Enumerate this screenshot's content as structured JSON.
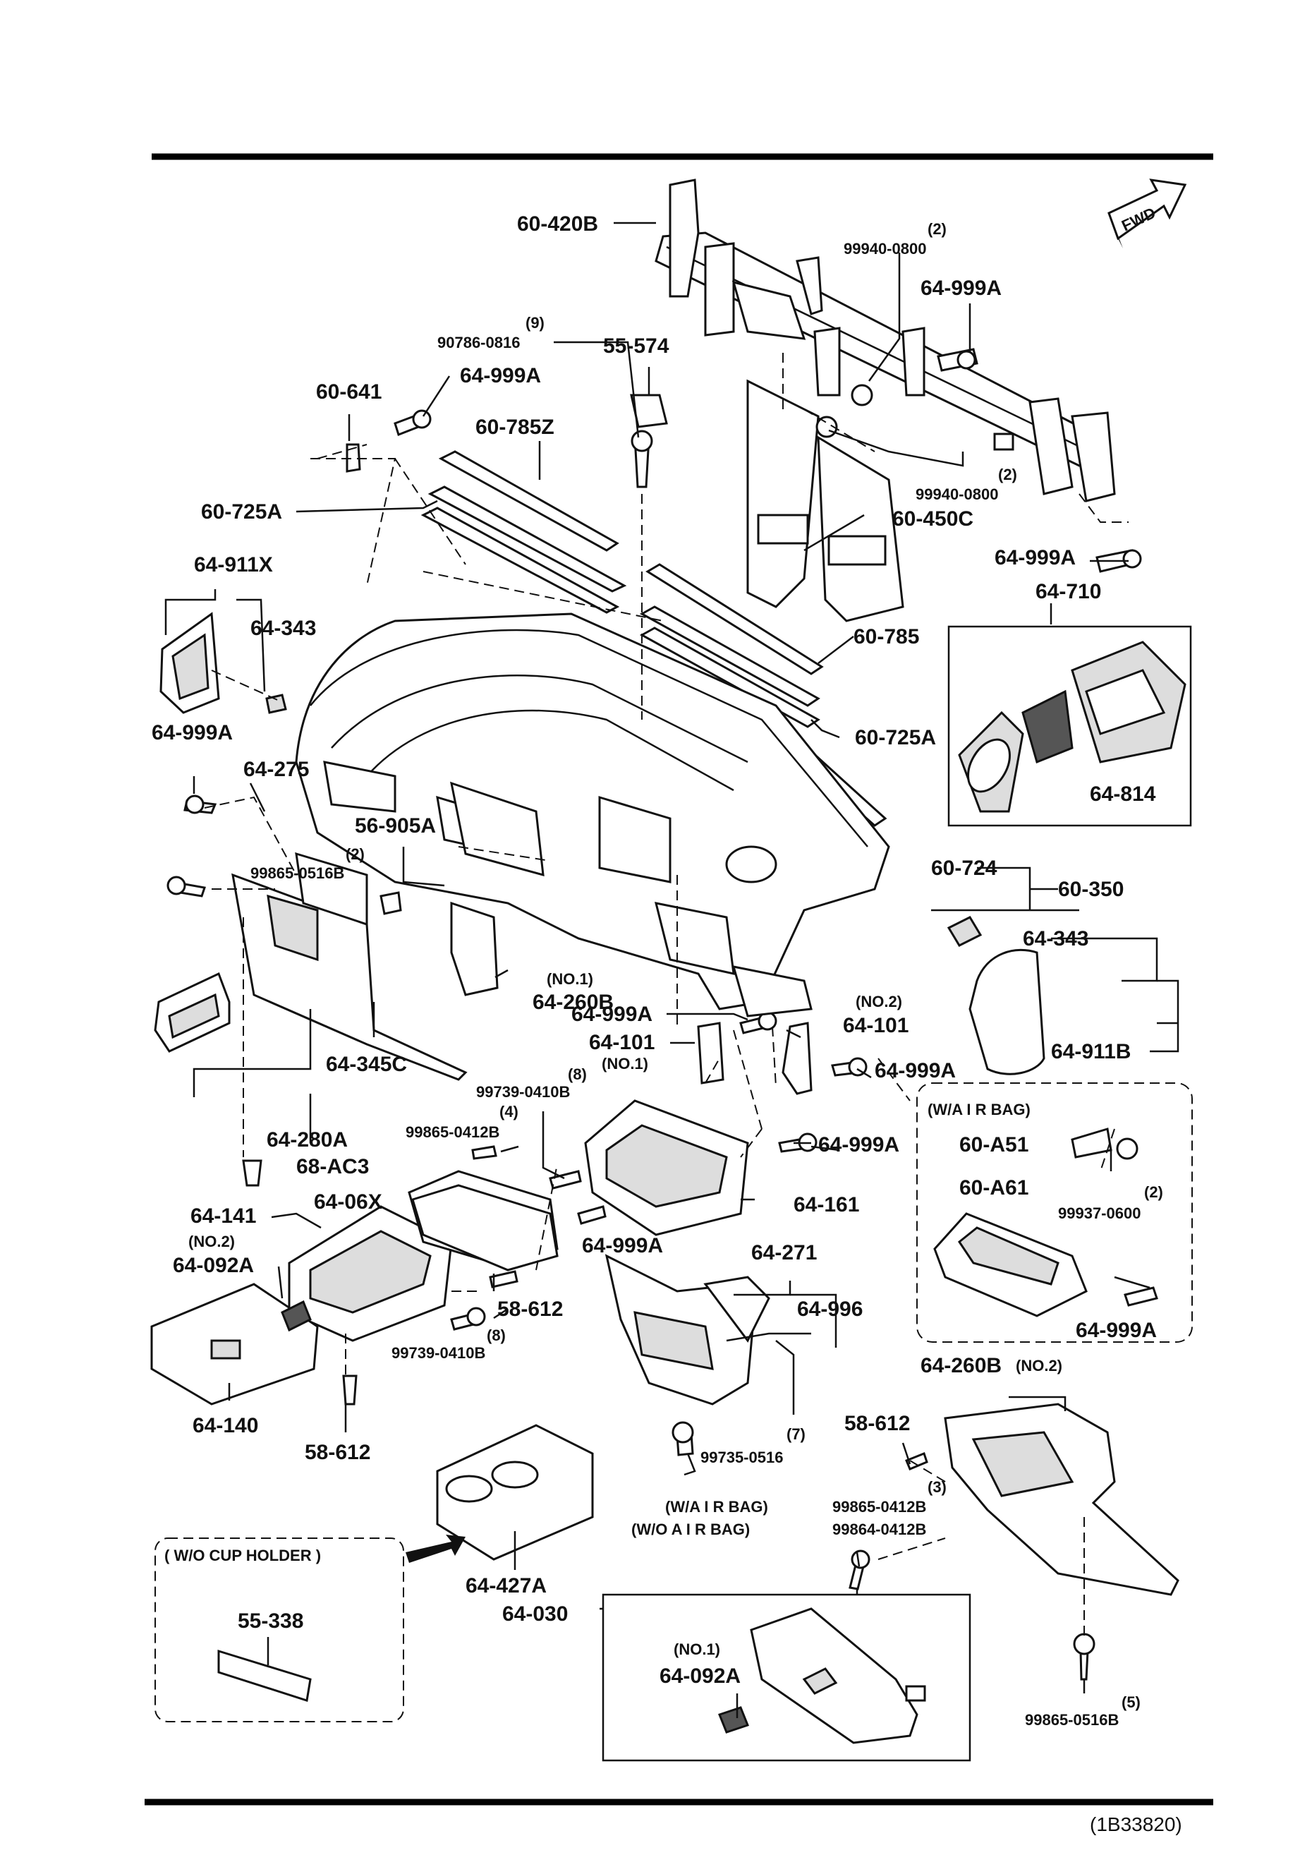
{
  "parts": {
    "p60_420B": "60-420B",
    "q99940_a": "(2)",
    "p99940_a": "99940-0800",
    "p64_999A_a": "64-999A",
    "q90786": "(9)",
    "p90786": "90786-0816",
    "p55_574": "55-574",
    "p60_641": "60-641",
    "p64_999A_b": "64-999A",
    "p60_785Z": "60-785Z",
    "q99940_b": "(2)",
    "p99940_b": "99940-0800",
    "p60_725A_a": "60-725A",
    "p60_450C": "60-450C",
    "p64_999A_c": "64-999A",
    "p64_911X": "64-911X",
    "p64_710": "64-710",
    "p64_343_a": "64-343",
    "p60_785": "60-785",
    "p64_999A_d": "64-999A",
    "p60_725A_b": "60-725A",
    "p64_275": "64-275",
    "p64_814": "64-814",
    "p56_905A": "56-905A",
    "q99865_a": "(2)",
    "p99865_a": "99865-0516B",
    "p60_724": "60-724",
    "p60_350": "60-350",
    "p64_343_b": "64-343",
    "q64_260B_a": "(NO.1)",
    "p64_260B_a": "64-260B",
    "p64_999A_e": "64-999A",
    "q64_101_a": "(NO.2)",
    "p64_101_a": "64-101",
    "p64_101_b": "64-101",
    "q64_101_b": "(NO.1)",
    "p64_911B": "64-911B",
    "p64_345C": "64-345C",
    "p64_999A_f": "64-999A",
    "q99739_a": "(8)",
    "p99739_a": "99739-0410B",
    "airbag_title": "(W/A I R  BAG)",
    "p60_A51": "60-A51",
    "q99865_b": "(4)",
    "p99865_b": "99865-0412B",
    "p64_280A": "64-280A",
    "p64_999A_g": "64-999A",
    "p60_A61": "60-A61",
    "p68_AC3": "68-AC3",
    "q99937": "(2)",
    "p99937": "99937-0600",
    "p64_06X": "64-06X",
    "p64_161": "64-161",
    "p64_141": "64-141",
    "q64_092A_a": "(NO.2)",
    "p64_092A_a": "64-092A",
    "p64_999A_h": "64-999A",
    "p64_271": "64-271",
    "p64_999A_i": "64-999A",
    "p64_996": "64-996",
    "p58_612_a": "58-612",
    "q99739_b": "(8)",
    "p99739_b": "99739-0410B",
    "p64_260B_b": "64-260B",
    "q64_260B_b": "(NO.2)",
    "p64_140": "64-140",
    "p58_612_b": "58-612",
    "q99735": "(7)",
    "p99735": "99735-0516",
    "p58_612_c": "58-612",
    "q99865_c": "(3)",
    "wab": "(W/A I R  BAG)",
    "p99865_c": "99865-0412B",
    "woab": "(W/O  A I R  BAG)",
    "p99864": "99864-0412B",
    "wo_cup_title": "( W/O CUP HOLDER )",
    "p55_338": "55-338",
    "p64_427A": "64-427A",
    "p64_030": "64-030",
    "q64_092A_b": "(NO.1)",
    "p64_092A_b": "64-092A",
    "q99865_d": "(5)",
    "p99865_d": "99865-0516B"
  },
  "fwd_label": "FWD",
  "figure_code": "(1B33820)"
}
